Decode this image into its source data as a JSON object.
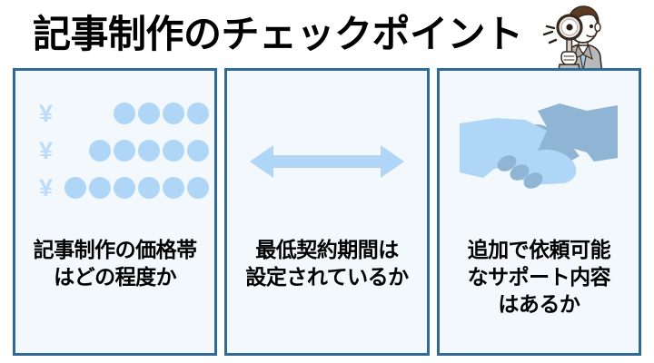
{
  "header": {
    "title": "記事制作のチェックポイント",
    "illustration_name": "businessman-with-magnifying-glass",
    "illustration_colors": {
      "hair": "#5A3A22",
      "skin": "#FFFFFF",
      "suit": "#B8B8B8",
      "tie": "#A8CBE8",
      "outline": "#3A2A1E"
    }
  },
  "colors": {
    "panel_border": "#2F6B96",
    "panel_background": "#F2F8FC",
    "icon_light_blue": "#AFD6F7",
    "icon_yen_blue": "#BDDCF8",
    "icon_dark_blue": "#8FB4D4",
    "caption_text": "#000000",
    "page_background": "#FFFFFF"
  },
  "panels": [
    {
      "id": "price-range",
      "visual": "yen-coins",
      "yen_symbol": "¥",
      "rows": [
        {
          "symbol": "¥",
          "dots": 4
        },
        {
          "symbol": "¥",
          "dots": 5
        },
        {
          "symbol": "¥",
          "dots": 6
        }
      ],
      "caption_lines": [
        "記事制作の価格帯",
        "はどの程度か"
      ]
    },
    {
      "id": "minimum-contract-period",
      "visual": "double-headed-arrow",
      "caption_lines": [
        "最低契約期間は",
        "設定されているか"
      ]
    },
    {
      "id": "additional-support",
      "visual": "handshake",
      "caption_lines": [
        "追加で依頼可能",
        "なサポート内容",
        "はあるか"
      ]
    }
  ]
}
